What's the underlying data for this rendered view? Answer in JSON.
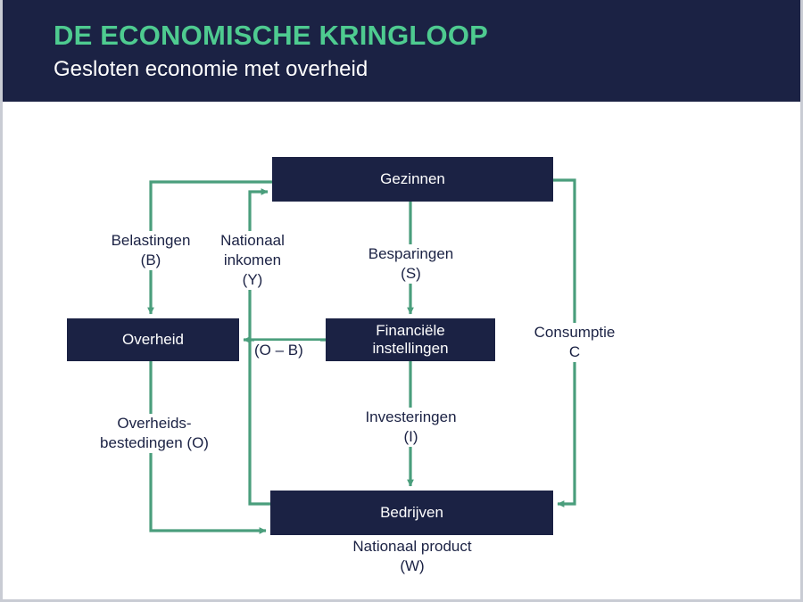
{
  "header": {
    "title": "DE ECONOMISCHE KRINGLOOP",
    "subtitle": "Gesloten economie met overheid",
    "bg_color": "#1b2244",
    "title_color": "#4ecb90",
    "subtitle_color": "#ffffff"
  },
  "theme": {
    "node_fill": "#1b2244",
    "node_text": "#ffffff",
    "arrow_color": "#4a9e7c",
    "label_text": "#1b2244",
    "canvas_bg": "#ffffff",
    "frame_border": "#c9ccd4"
  },
  "diagram": {
    "type": "circular-flow",
    "nodes": [
      {
        "id": "gezinnen",
        "label": "Gezinnen"
      },
      {
        "id": "overheid",
        "label": "Overheid"
      },
      {
        "id": "financiele",
        "label": "Financiële\ninstellingen"
      },
      {
        "id": "bedrijven",
        "label": "Bedrijven"
      }
    ],
    "flows": [
      {
        "id": "belastingen",
        "label": "Belastingen\n(B)",
        "symbol": "B",
        "from": "gezinnen",
        "to": "overheid"
      },
      {
        "id": "nationaal-inkomen",
        "label": "Nationaal\ninkomen\n(Y)",
        "symbol": "Y",
        "from": "bedrijven",
        "to": "gezinnen"
      },
      {
        "id": "besparingen",
        "label": "Besparingen\n(S)",
        "symbol": "S",
        "from": "gezinnen",
        "to": "financiele"
      },
      {
        "id": "consumptie",
        "label": "Consumptie\nC",
        "symbol": "C",
        "from": "gezinnen",
        "to": "bedrijven"
      },
      {
        "id": "o-min-b",
        "label": "(O – B)",
        "symbol": "O – B",
        "from": "financiele",
        "to": "overheid"
      },
      {
        "id": "overheidsbestedingen",
        "label": "Overheids-\nbestedingen (O)",
        "symbol": "O",
        "from": "overheid",
        "to": "bedrijven"
      },
      {
        "id": "investeringen",
        "label": "Investeringen\n(I)",
        "symbol": "I",
        "from": "financiele",
        "to": "bedrijven"
      }
    ],
    "annotations": [
      {
        "id": "nationaal-product",
        "label": "Nationaal product\n(W)",
        "symbol": "W",
        "attached_to": "bedrijven"
      }
    ]
  }
}
